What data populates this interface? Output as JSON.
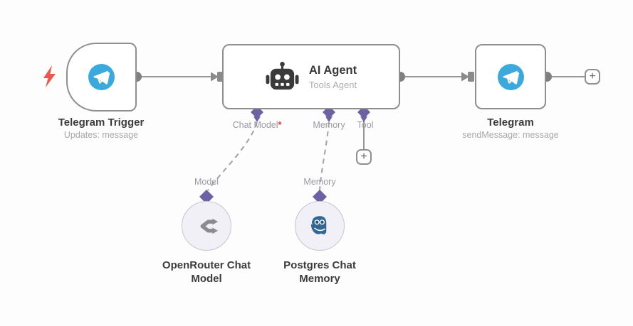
{
  "workflow": {
    "nodes": {
      "telegram_trigger": {
        "title": "Telegram Trigger",
        "subtitle": "Updates: message"
      },
      "ai_agent": {
        "title": "AI Agent",
        "subtitle": "Tools Agent",
        "ports": {
          "chat_model": {
            "label": "Chat Model",
            "required_marker": "*"
          },
          "memory": {
            "label": "Memory"
          },
          "tool": {
            "label": "Tool"
          }
        }
      },
      "telegram": {
        "title": "Telegram",
        "subtitle": "sendMessage: message"
      },
      "openrouter_chat_model": {
        "title_line1": "OpenRouter Chat",
        "title_line2": "Model",
        "port_label": "Model"
      },
      "postgres_chat_memory": {
        "title_line1": "Postgres Chat",
        "title_line2": "Memory",
        "port_label": "Memory"
      }
    },
    "buttons": {
      "add_next_node": "+",
      "add_tool": "+"
    },
    "colors": {
      "connector_purple": "#6b62a5",
      "line_gray": "#979797",
      "telegram_blue": "#3ca9dd",
      "trigger_bolt_red": "#e8584f",
      "postgres_blue": "#336791",
      "openrouter_gray": "#8b8b92"
    }
  }
}
